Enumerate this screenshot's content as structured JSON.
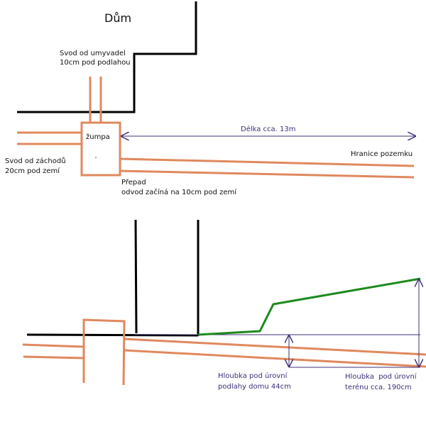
{
  "colors": {
    "wall": "#000000",
    "pipe": "#e0885e",
    "terrain": "#1e8a1e",
    "dimension": "#3f2f78"
  },
  "top_view": {
    "house_label": "Dům",
    "sink_drain_label": [
      "Svod od umyvadel",
      "10cm pod podlahou"
    ],
    "tank_label": "žumpa",
    "toilet_drain_label": [
      "Svod od záchodů",
      "20cm pod zemí"
    ],
    "length_label": "Délka cca. 13m",
    "boundary_label": "Hranice pozemku",
    "overflow_label": [
      "Přepad",
      "odvod začíná na 10cm pod zemí"
    ]
  },
  "side_view": {
    "floor_depth_label": [
      "Hloubka pod úrovní",
      "podlahy domu 44cm"
    ],
    "terrain_depth_label": [
      "Hloubka  pod úrovní",
      "terénu cca. 190cm"
    ]
  }
}
